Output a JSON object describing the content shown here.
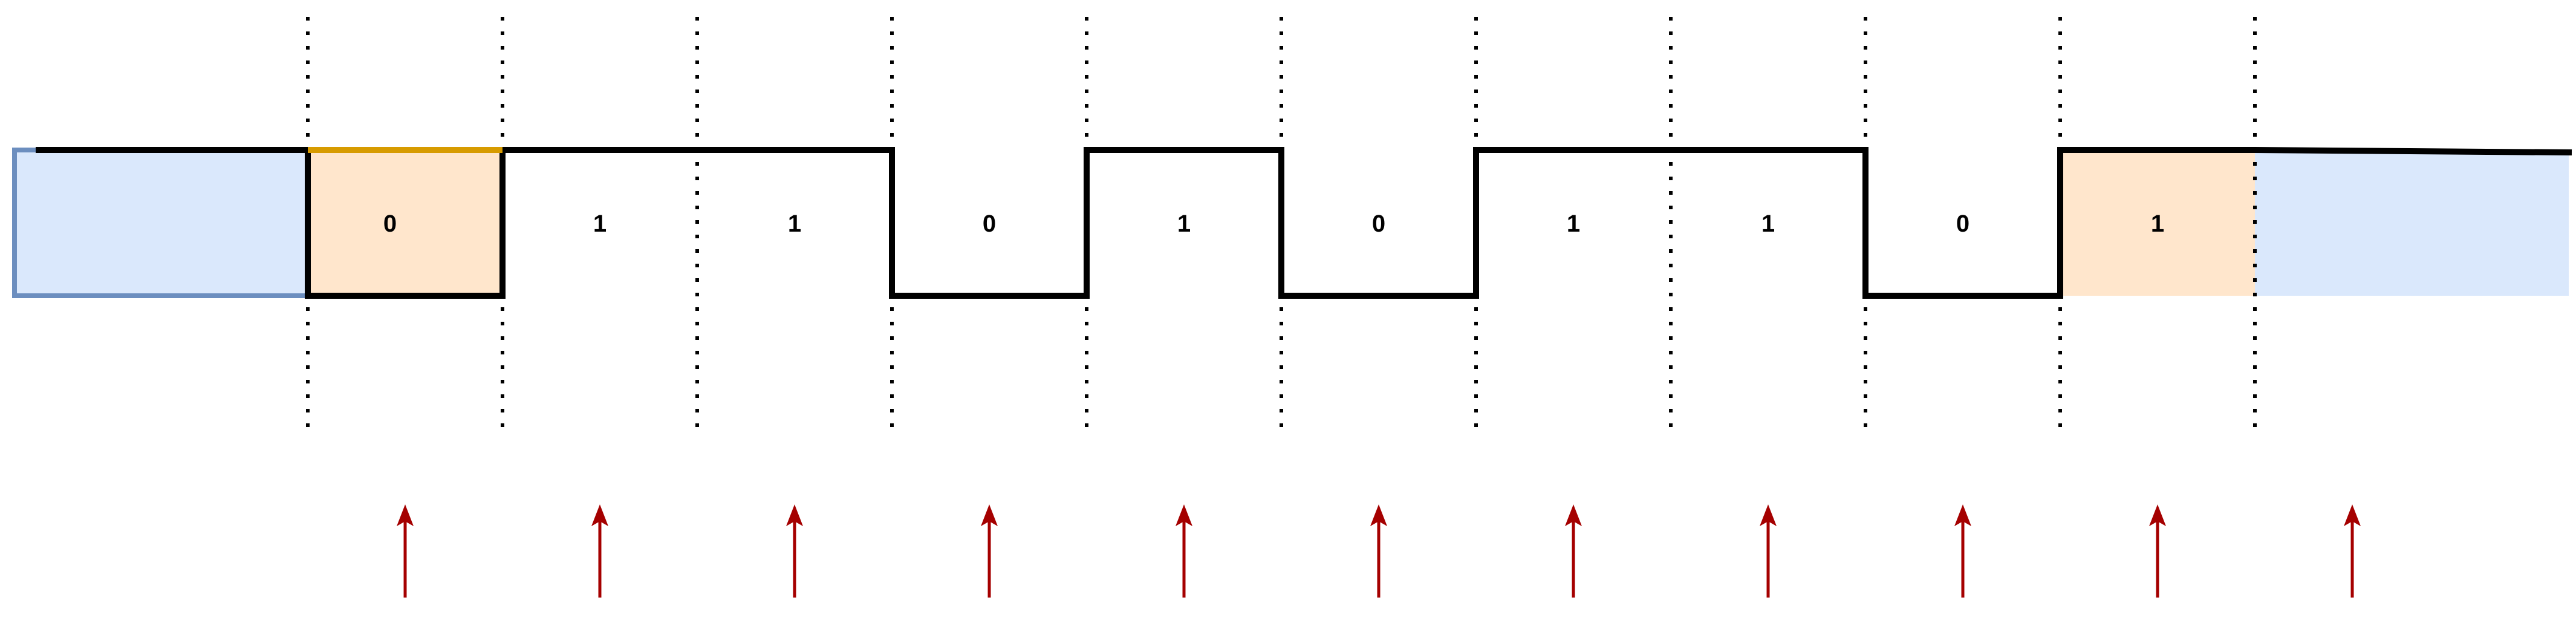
{
  "diagram": {
    "bits": [
      "0",
      "1",
      "1",
      "0",
      "1",
      "0",
      "1",
      "1",
      "0",
      "1"
    ],
    "start_bit_index": 0,
    "stop_bit_index": 9,
    "sample_arrow_count": 11,
    "colors": {
      "idle_fill": "#dae8fc",
      "idle_stroke": "#6c8ebf",
      "start_stop_fill": "#ffe6cc",
      "start_stroke": "#d79b00",
      "signal": "#000000",
      "divider": "#000000",
      "arrow": "#a50000"
    }
  }
}
